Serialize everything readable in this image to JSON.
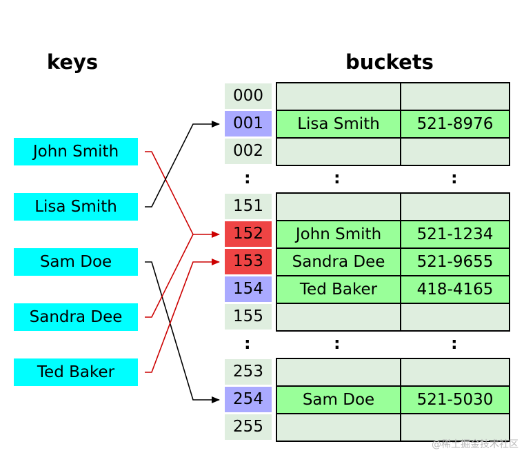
{
  "titles": {
    "keys": "keys",
    "buckets": "buckets"
  },
  "keys": [
    "John Smith",
    "Lisa Smith",
    "Sam Doe",
    "Sandra Dee",
    "Ted Baker"
  ],
  "buckets": {
    "group1": [
      {
        "index": "000",
        "name": "",
        "phone": ""
      },
      {
        "index": "001",
        "name": "Lisa Smith",
        "phone": "521-8976"
      },
      {
        "index": "002",
        "name": "",
        "phone": ""
      }
    ],
    "group2": [
      {
        "index": "151",
        "name": "",
        "phone": ""
      },
      {
        "index": "152",
        "name": "John Smith",
        "phone": "521-1234"
      },
      {
        "index": "153",
        "name": "Sandra Dee",
        "phone": "521-9655"
      },
      {
        "index": "154",
        "name": "Ted Baker",
        "phone": "418-4165"
      },
      {
        "index": "155",
        "name": "",
        "phone": ""
      }
    ],
    "group3": [
      {
        "index": "253",
        "name": "",
        "phone": ""
      },
      {
        "index": "254",
        "name": "Sam Doe",
        "phone": "521-5030"
      },
      {
        "index": "255",
        "name": "",
        "phone": ""
      }
    ]
  },
  "ellipsis": ":",
  "watermark": "@稀土掘金技术社区",
  "colors": {
    "key_bg": "#00ffff",
    "empty_bucket": "#dfeedf",
    "filled_bucket": "#99ff99",
    "collision_index": "#ee4444",
    "used_index": "#aaaaff",
    "collision_arrow": "#cc0000",
    "normal_arrow": "#000000"
  }
}
